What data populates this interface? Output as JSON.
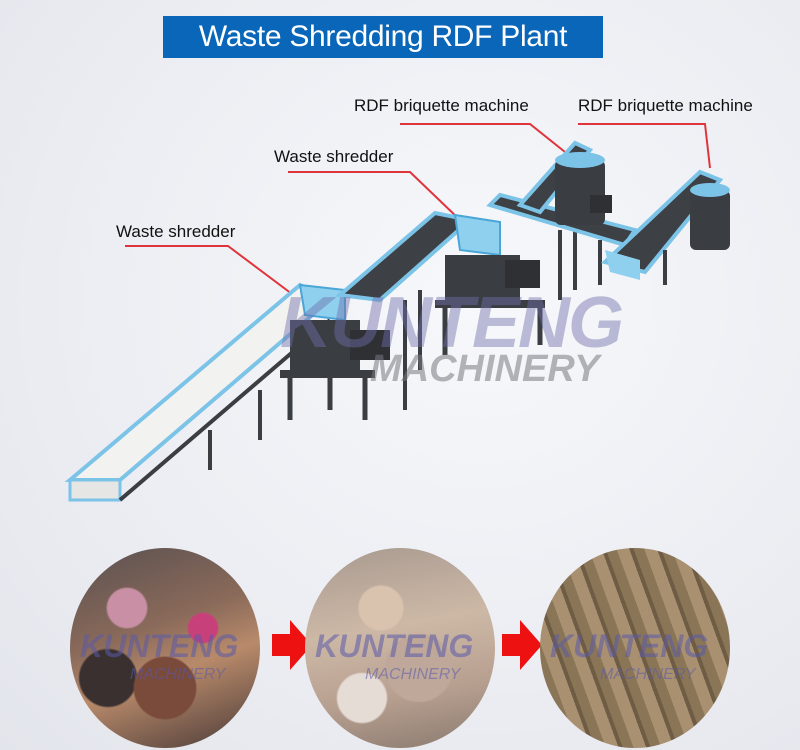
{
  "title": "Waste Shredding RDF Plant",
  "colors": {
    "title_bg": "#0a66b8",
    "title_text": "#ffffff",
    "leader_line": "#e0343c",
    "equipment_accent": "#7cc3e8",
    "frame": "#3a3d42",
    "arrow": "#ee1111"
  },
  "labels": [
    {
      "id": "shredder-1",
      "text": "Waste shredder"
    },
    {
      "id": "shredder-2",
      "text": "Waste shredder"
    },
    {
      "id": "briquette-1",
      "text": "RDF briquette machine"
    },
    {
      "id": "briquette-2",
      "text": "RDF briquette machine"
    }
  ],
  "watermark": {
    "brand": "KUNTENG",
    "sub": "MACHINERY"
  },
  "process": {
    "steps": [
      {
        "name": "raw-waste",
        "caption": ""
      },
      {
        "name": "shredded-waste",
        "caption": ""
      },
      {
        "name": "rdf-pellets",
        "caption": ""
      }
    ],
    "arrow_icon": "right-arrow"
  }
}
